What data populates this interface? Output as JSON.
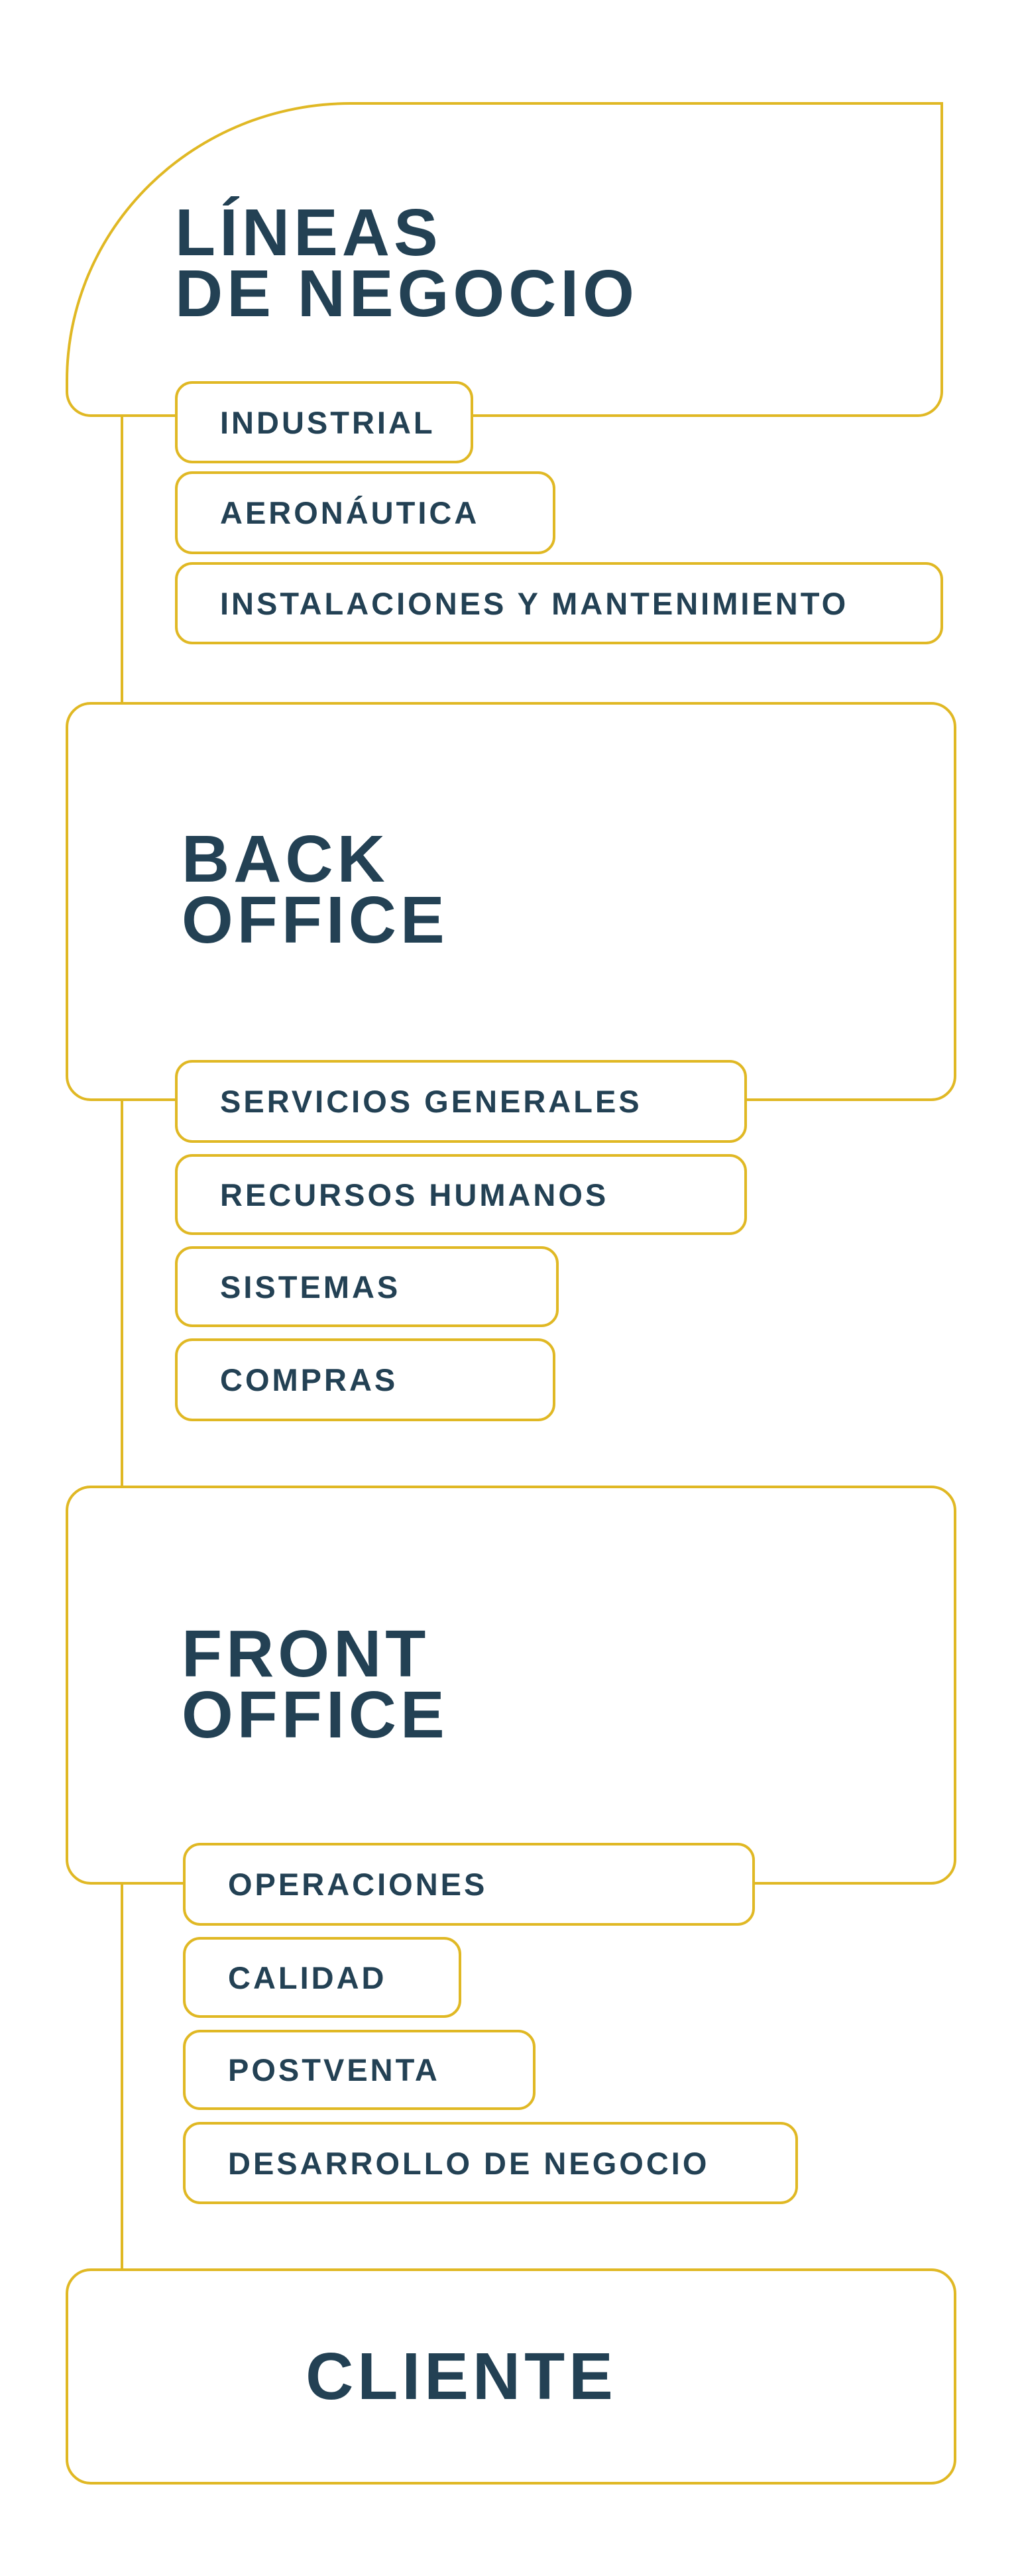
{
  "sections": [
    {
      "title_line1": "LÍNEAS",
      "title_line2": "DE NEGOCIO",
      "items": [
        "INDUSTRIAL",
        "AERONÁUTICA",
        "INSTALACIONES Y MANTENIMIENTO"
      ]
    },
    {
      "title_line1": "BACK",
      "title_line2": "OFFICE",
      "items": [
        "SERVICIOS GENERALES",
        "RECURSOS HUMANOS",
        "SISTEMAS",
        "COMPRAS"
      ]
    },
    {
      "title_line1": "FRONT",
      "title_line2": "OFFICE",
      "items": [
        "OPERACIONES",
        "CALIDAD",
        "POSTVENTA",
        "DESARROLLO DE NEGOCIO"
      ]
    },
    {
      "title_line1": "CLIENTE"
    }
  ],
  "colors": {
    "accent": "#E0B824",
    "text": "#234154"
  }
}
